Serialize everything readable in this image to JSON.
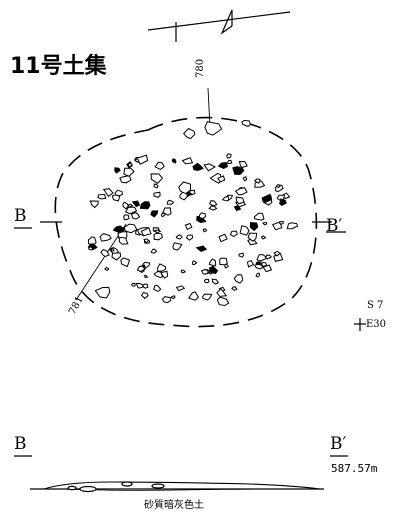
{
  "title": "11号土集",
  "section_label_left": "B",
  "section_label_right": "B′",
  "section_profile_left": "B",
  "section_profile_right": "B′",
  "elevation": "587.57m",
  "soil_label": "砂質暗灰色土",
  "grid_point": {
    "north": "S 7",
    "east": "E30"
  },
  "find_numbers": [
    "780",
    "781"
  ]
}
